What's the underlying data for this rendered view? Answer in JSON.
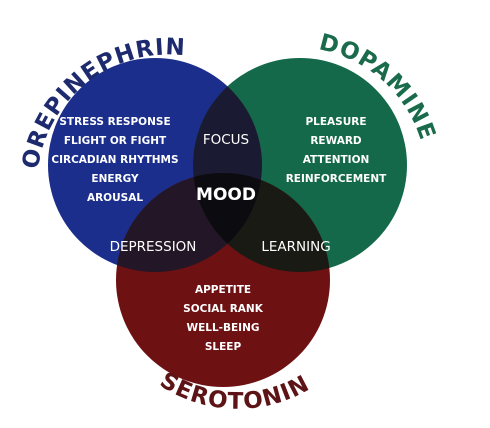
{
  "circles": {
    "norepinephrine": {
      "label": "NOREPINEPHRINE",
      "color": "#1b2e8c",
      "label_color": "#1d2a6e",
      "items": [
        "STRESS RESPONSE",
        "FLIGHT OR FIGHT",
        "CIRCADIAN RHYTHMS",
        "ENERGY",
        "AROUSAL"
      ]
    },
    "dopamine": {
      "label": "DOPAMINE",
      "color": "#14694a",
      "label_color": "#1a6b4b",
      "items": [
        "PLEASURE",
        "REWARD",
        "ATTENTION",
        "REINFORCEMENT"
      ]
    },
    "serotonin": {
      "label": "SEROTONIN",
      "color": "#6e1113",
      "label_color": "#5c1416",
      "items": [
        "APPETITE",
        "SOCIAL RANK",
        "WELL-BEING",
        "SLEEP"
      ]
    }
  },
  "overlaps": {
    "norepinephrine_dopamine": "FOCUS",
    "norepinephrine_serotonin": "DEPRESSION",
    "dopamine_serotonin": "LEARNING",
    "center": "MOOD"
  }
}
